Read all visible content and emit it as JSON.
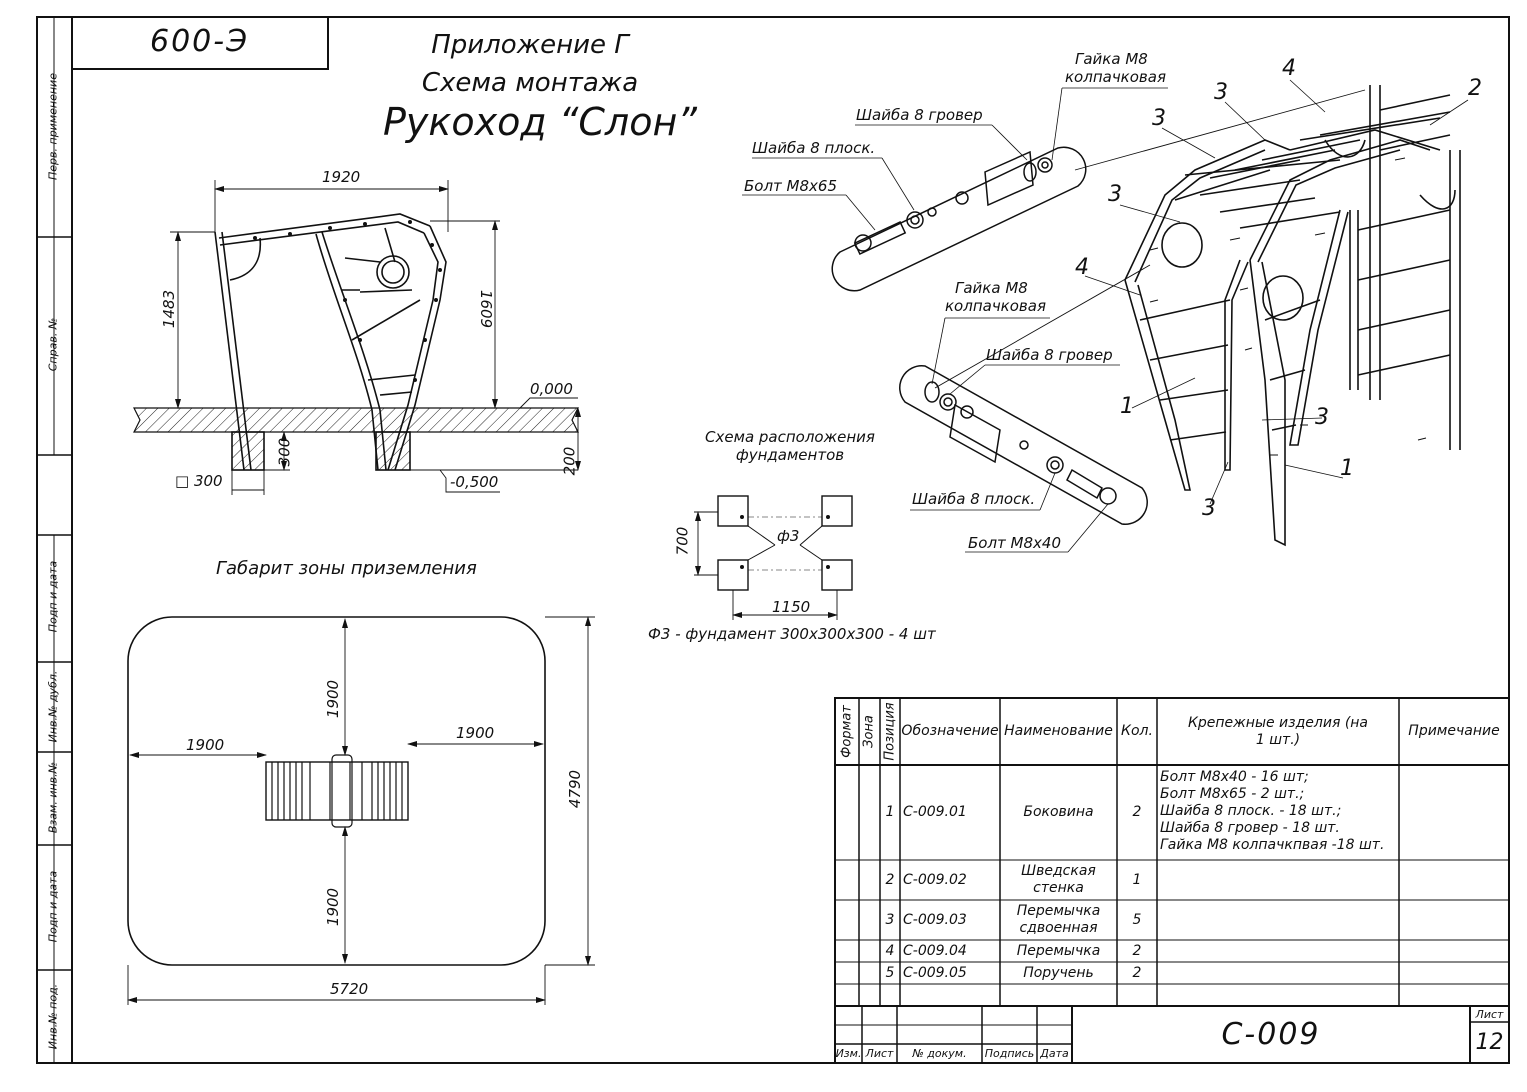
{
  "drawing_code": "600-Э",
  "title": {
    "line1": "Приложение Г",
    "line2": "Схема монтажа",
    "line3": "Рукоход “Слон”"
  },
  "side_strip": {
    "perv_primenenie": "Перв. применение",
    "sprav_no": "Справ. №",
    "podp_data_1": "Подп и дата",
    "inv_dubl": "Инв.№ дубл.",
    "vzam_inv": "Взам. инв.№",
    "podp_data_2": "Подп и дата",
    "inv_pod": "Инв.№ под."
  },
  "side_view": {
    "dim_width": "1920",
    "dim_height_left": "1483",
    "dim_height_right": "1609",
    "level_top": "0,000",
    "level_bottom": "-0,500",
    "dim_depth": "200",
    "dim_foundation": "300",
    "foundation_size": "□ 300"
  },
  "zone": {
    "caption": "Габарит зоны приземления",
    "dim_left": "1900",
    "dim_right": "1900",
    "dim_top": "1900",
    "dim_bottom": "1900",
    "dim_total_width": "5720",
    "dim_total_height": "4790"
  },
  "foundation_scheme": {
    "caption_line1": "Схема расположения",
    "caption_line2": "фундаментов",
    "label": "ф3",
    "dim_height": "700",
    "dim_width": "1150",
    "note": "Ф3 - фундамент 300х300х300 - 4 шт"
  },
  "detail_top": {
    "nut": "Гайка М8",
    "nut2": "колпачковая",
    "washer_grover": "Шайба 8 гровер",
    "washer_flat": "Шайба 8 плоск.",
    "bolt": "Болт М8х65"
  },
  "detail_bottom": {
    "nut": "Гайка М8",
    "nut2": "колпачковая",
    "washer_grover": "Шайба 8 гровер",
    "washer_flat": "Шайба 8 плоск.",
    "bolt": "Болт М8х40"
  },
  "iso_labels": [
    "4",
    "2",
    "3",
    "3",
    "3",
    "4",
    "1",
    "3",
    "1",
    "3"
  ],
  "spec_table": {
    "headers": {
      "format": "Формат",
      "zone": "Зона",
      "position": "Позиция",
      "designation": "Обозначение",
      "name": "Наименование",
      "qty": "Кол.",
      "fasteners": "Крепежные изделия (на 1 шт.)",
      "note": "Примечание"
    },
    "rows": [
      {
        "pos": "1",
        "designation": "С-009.01",
        "name": "Боковина",
        "qty": "2",
        "fasteners": [
          "Болт М8х40 - 16 шт;",
          "Болт М8х65 - 2 шт.;",
          "Шайба 8 плоск. - 18 шт.;",
          "Шайба 8 гровер - 18 шт.",
          "Гайка М8 колпачкпвая -18 шт."
        ]
      },
      {
        "pos": "2",
        "designation": "С-009.02",
        "name": "Шведская стенка",
        "qty": "1",
        "fasteners": []
      },
      {
        "pos": "3",
        "designation": "С-009.03",
        "name": "Перемычка сдвоенная",
        "qty": "5",
        "fasteners": []
      },
      {
        "pos": "4",
        "designation": "С-009.04",
        "name": "Перемычка",
        "qty": "2",
        "fasteners": []
      },
      {
        "pos": "5",
        "designation": "С-009.05",
        "name": "Поручень",
        "qty": "2",
        "fasteners": []
      }
    ]
  },
  "title_block": {
    "code": "С-009",
    "sheet_label": "Лист",
    "sheet_no": "12",
    "col_izm": "Изм.",
    "col_list": "Лист",
    "col_doc": "№ докум.",
    "col_sign": "Подпись",
    "col_date": "Дата"
  }
}
